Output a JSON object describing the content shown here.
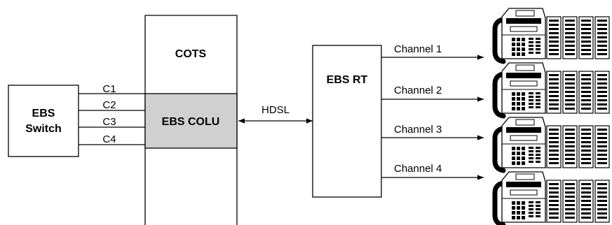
{
  "ebs_switch": {
    "line1": "EBS",
    "line2": "Switch"
  },
  "cots": {
    "title": "COTS",
    "colu_label": "EBS COLU"
  },
  "switch_links": [
    "C1",
    "C2",
    "C3",
    "C4"
  ],
  "link_label": "HDSL",
  "remote": {
    "title": "EBS RT"
  },
  "channels": [
    "Channel 1",
    "Channel 2",
    "Channel 3",
    "Channel 4"
  ],
  "colors": {
    "colu_fill": "#d0d0d0",
    "line": "#000000"
  },
  "icons": [
    "telephone-keyset-icon",
    "button-module-icon"
  ]
}
